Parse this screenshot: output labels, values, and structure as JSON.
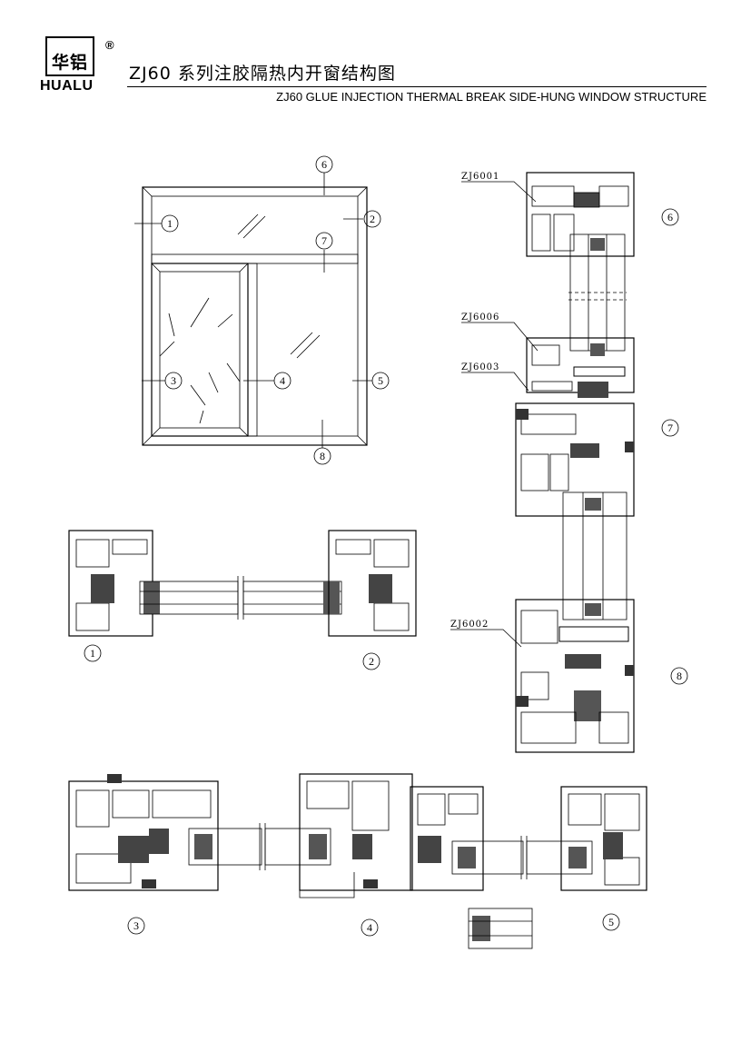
{
  "header": {
    "logo_cn": "华铝",
    "logo_en": "HUALU",
    "registered_mark": "®",
    "title_cn": "ZJ60 系列注胶隔热内开窗结构图",
    "title_en": "ZJ60 GLUE INJECTION THERMAL BREAK SIDE-HUNG WINDOW STRUCTURE"
  },
  "elevation_callouts": [
    "1",
    "2",
    "3",
    "4",
    "5",
    "6",
    "7",
    "8"
  ],
  "profile_codes": [
    "ZJ6001",
    "ZJ6006",
    "ZJ6003",
    "ZJ6002"
  ],
  "section_labels": {
    "s1": "1",
    "s2": "2",
    "s3": "3",
    "s4": "4",
    "s5": "5",
    "s6": "6",
    "s7": "7",
    "s8": "8"
  }
}
